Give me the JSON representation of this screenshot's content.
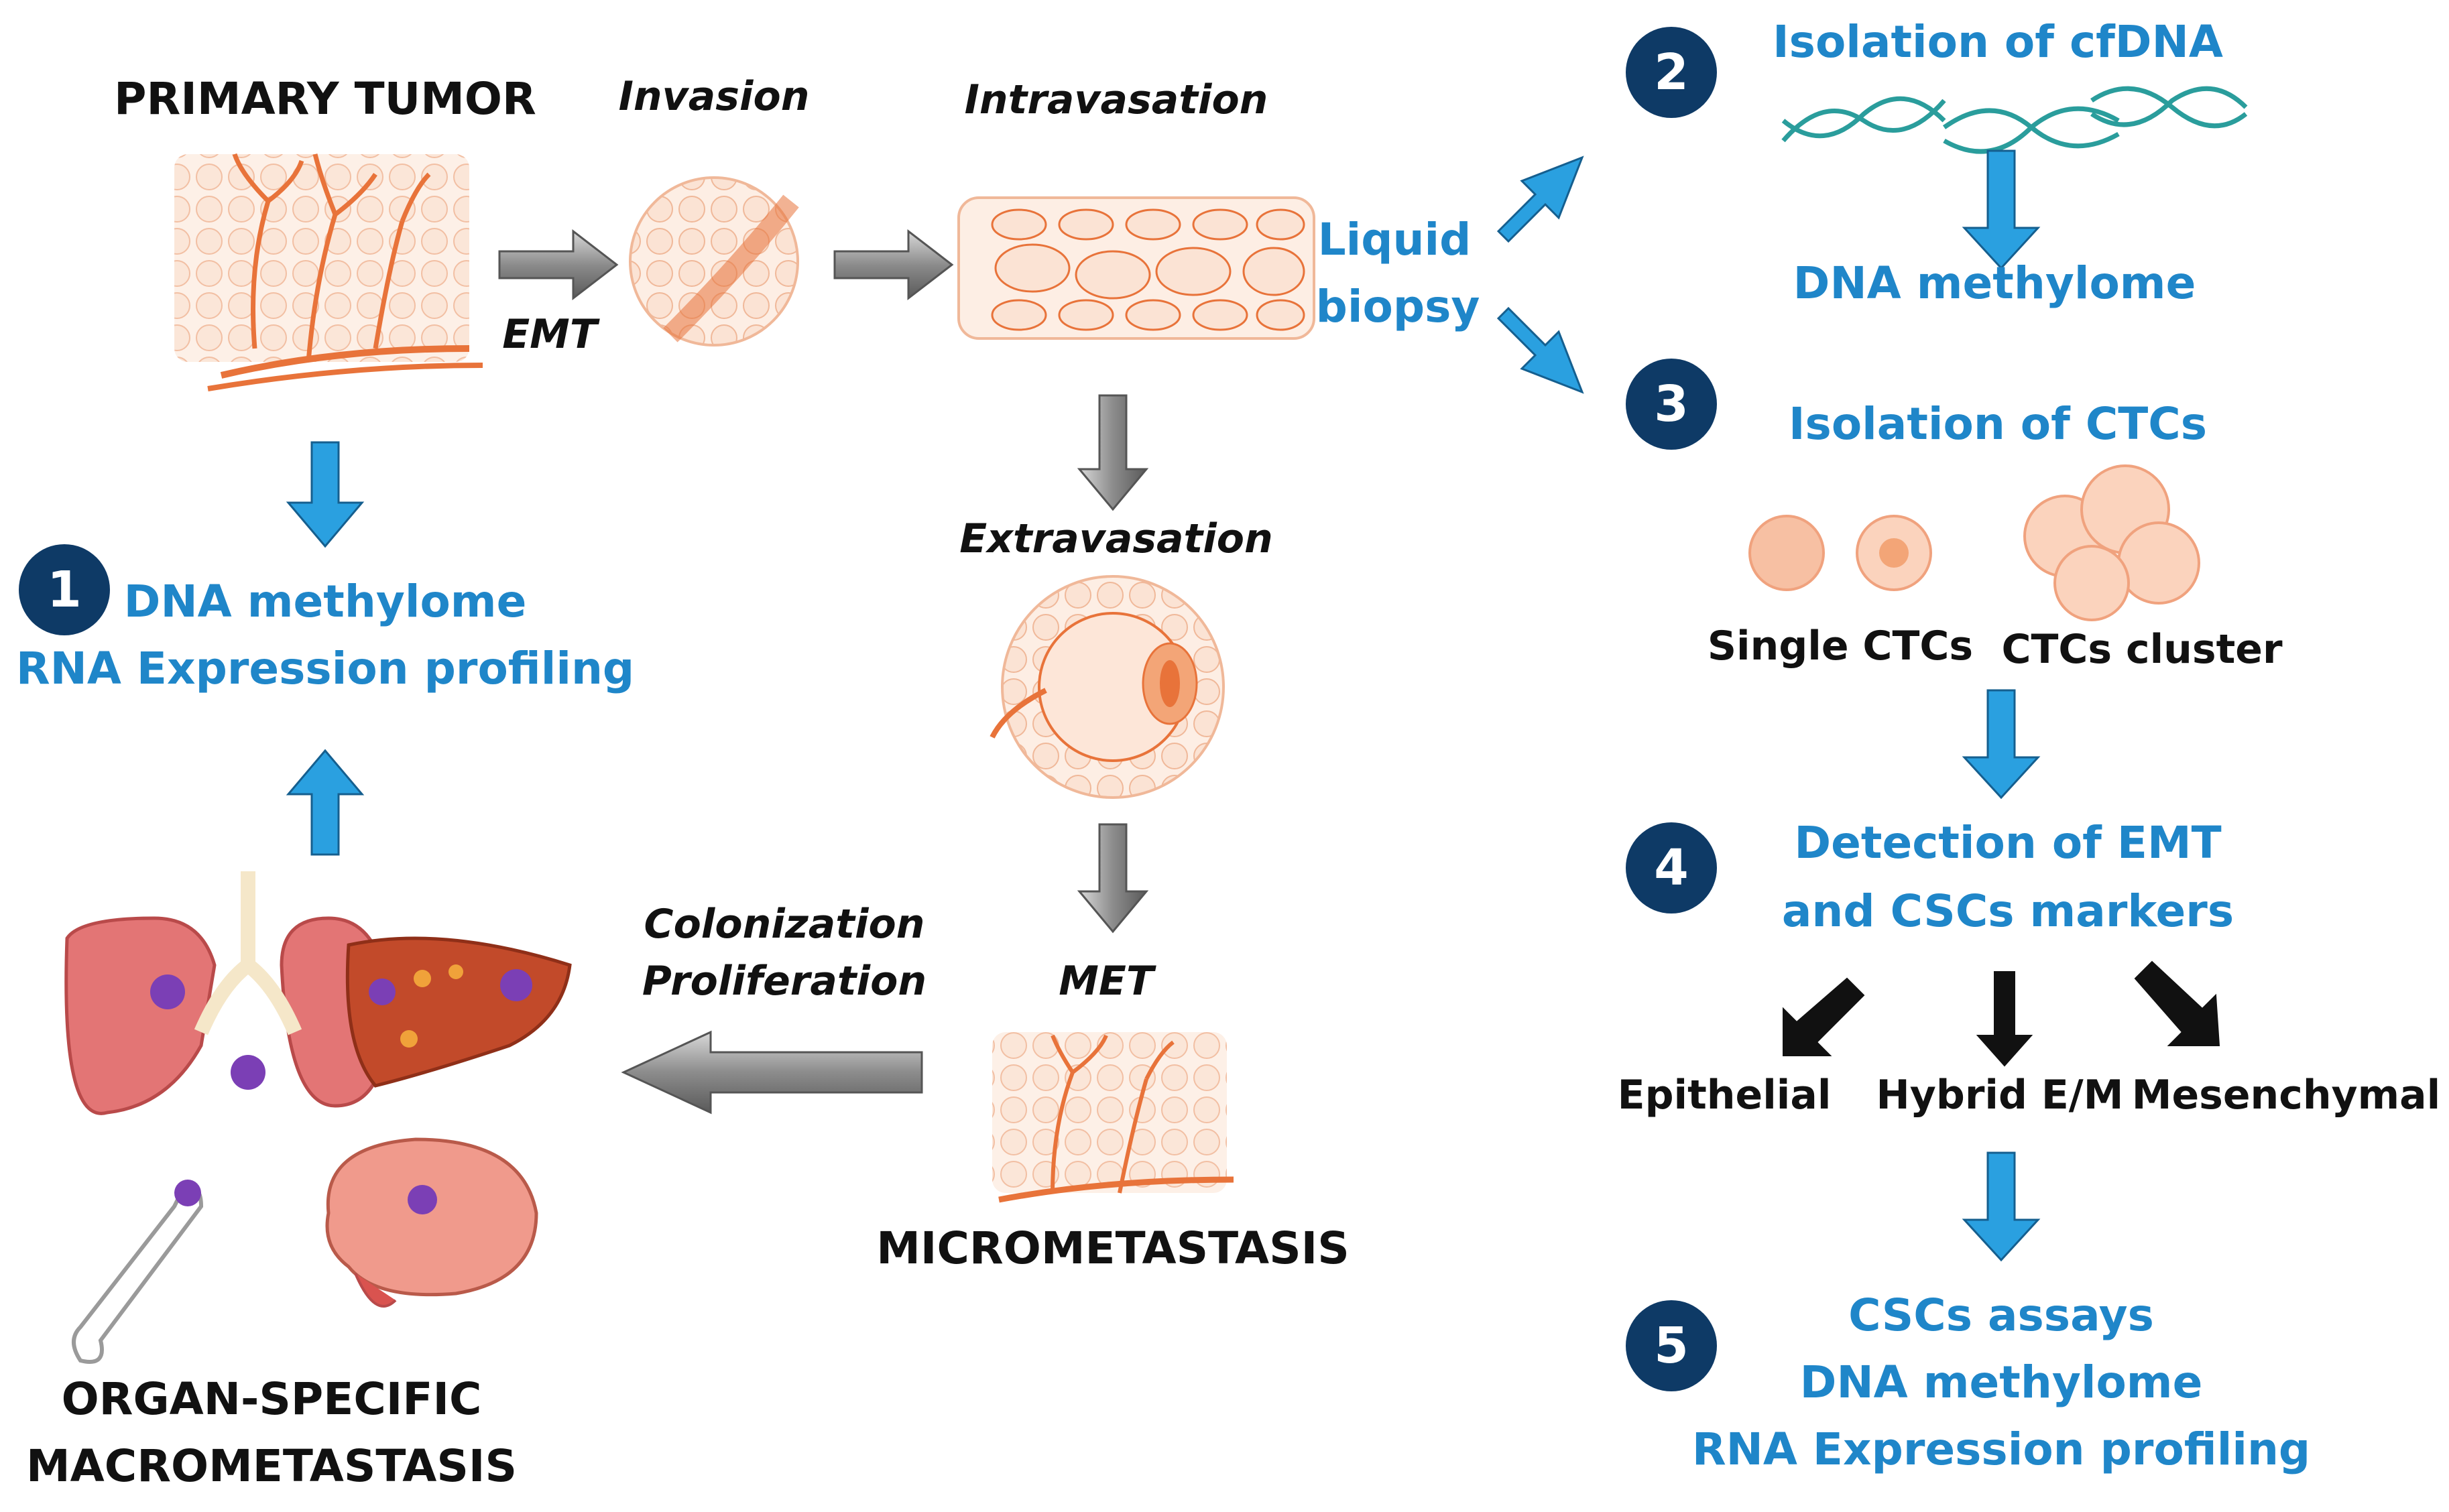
{
  "colors": {
    "accent_blue": "#1f86c9",
    "badge_navy": "#0e3a66",
    "tissue_orange": "#e8733a",
    "tissue_fill": "#fbe3d4",
    "arrow_gray": "#808080",
    "organ_red": "#d9534f",
    "metastasis_purple": "#7b3fb5"
  },
  "labels": {
    "primary_tumor": "PRIMARY TUMOR",
    "invasion": "Invasion",
    "intravasation": "Intravasation",
    "emt": "EMT",
    "liquid_biopsy_line1": "Liquid",
    "liquid_biopsy_line2": "biopsy",
    "extravasation": "Extravasation",
    "met": "MET",
    "micrometastasis": "MICROMETASTASIS",
    "colonization": "Colonization",
    "proliferation": "Proliferation",
    "organ_specific_line1": "ORGAN-SPECIFIC",
    "organ_specific_line2": "MACROMETASTASIS"
  },
  "steps": [
    {
      "number": "1",
      "lines": [
        "DNA methylome",
        "RNA Expression profiling"
      ]
    },
    {
      "number": "2",
      "lines": [
        "Isolation of cfDNA"
      ],
      "result": "DNA methylome"
    },
    {
      "number": "3",
      "lines": [
        "Isolation of CTCs"
      ],
      "subtypes": [
        "Single CTCs",
        "CTCs cluster"
      ]
    },
    {
      "number": "4",
      "lines": [
        "Detection of EMT",
        "and CSCs markers"
      ],
      "phenotypes": [
        "Epithelial",
        "Hybrid E/M",
        "Mesenchymal"
      ]
    },
    {
      "number": "5",
      "lines": [
        "CSCs assays",
        "DNA methylome",
        "RNA Expression profiling"
      ]
    }
  ]
}
